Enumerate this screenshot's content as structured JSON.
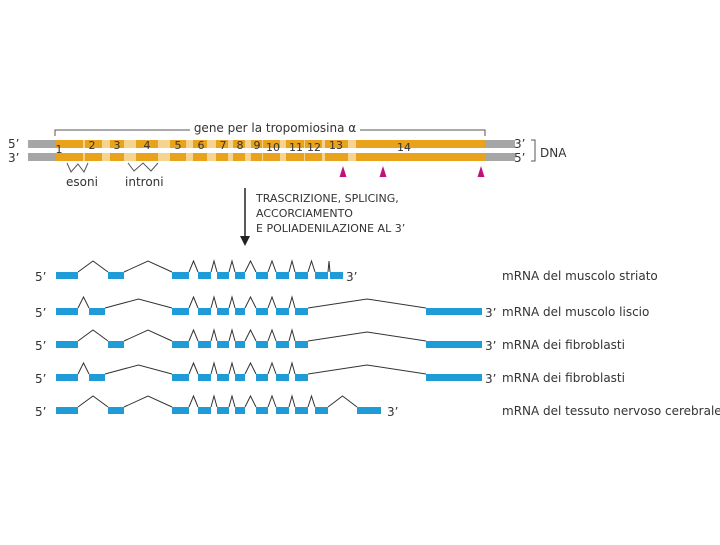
{
  "gene_title": "gene per la tropomiosina α",
  "dna": {
    "label": "DNA",
    "left_top": "5’",
    "left_bottom": "3’",
    "right_top": "3’",
    "right_bottom": "5’",
    "exon_numbers": [
      "1",
      "2",
      "3",
      "4",
      "5",
      "6",
      "7",
      "8",
      "9",
      "10",
      "11",
      "12",
      "13",
      "14"
    ],
    "legend_exons": "esoni",
    "legend_introns": "introni",
    "colors": {
      "exon": "#e8a21c",
      "intron": "#f4d48e",
      "flank": "#a6a6a6",
      "polyA_marker": "#c0117a"
    }
  },
  "process_lines": [
    "TRASCRIZIONE, SPLICING,",
    "ACCORCIAMENTO",
    "E POLIADENILAZIONE AL 3’"
  ],
  "mrna": {
    "color": "#1f9bd7",
    "five_prime": "5’",
    "three_prime": "3’",
    "rows": [
      {
        "label": "mRNA del muscolo striato"
      },
      {
        "label": "mRNA del muscolo liscio"
      },
      {
        "label": "mRNA dei fibroblasti"
      },
      {
        "label": "mRNA dei fibroblasti"
      },
      {
        "label": "mRNA del tessuto nervoso cerebrale"
      }
    ]
  }
}
